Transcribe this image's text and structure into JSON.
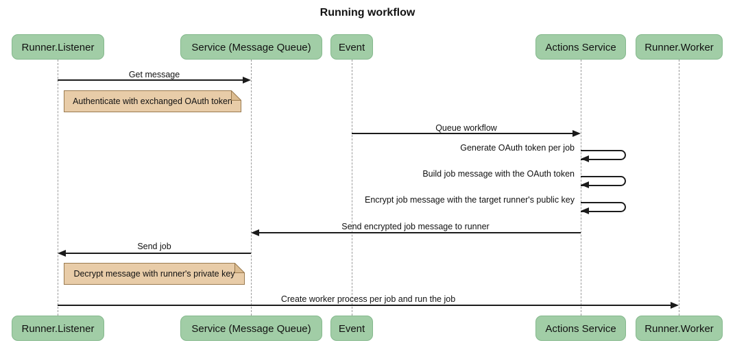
{
  "diagram_type": "sequence",
  "title": "Running workflow",
  "colors": {
    "background": "#ffffff",
    "actor-fill": "#a1cda6",
    "actor-border": "#84b88c",
    "note-fill": "#e8cca8",
    "note-fold": "#dcbc90",
    "note-border": "#99794e",
    "line": "#1b1b1b",
    "lifeline": "#999999",
    "text": "#111111"
  },
  "actors": [
    {
      "label": "Runner.Listener"
    },
    {
      "label": "Service (Message Queue)"
    },
    {
      "label": "Event"
    },
    {
      "label": "Actions Service"
    },
    {
      "label": "Runner.Worker"
    }
  ],
  "messages": [
    {
      "label": "Get message",
      "from": "Runner.Listener",
      "to": "Service (Message Queue)",
      "kind": "arrow"
    },
    {
      "label": "Queue workflow",
      "from": "Event",
      "to": "Actions Service",
      "kind": "arrow"
    },
    {
      "label": "Generate OAuth token per job",
      "from": "Actions Service",
      "to": "Actions Service",
      "kind": "self"
    },
    {
      "label": "Build job message with the OAuth token",
      "from": "Actions Service",
      "to": "Actions Service",
      "kind": "self"
    },
    {
      "label": "Encrypt job message with the target runner's public key",
      "from": "Actions Service",
      "to": "Actions Service",
      "kind": "self"
    },
    {
      "label": "Send encrypted job message to runner",
      "from": "Actions Service",
      "to": "Service (Message Queue)",
      "kind": "arrow"
    },
    {
      "label": "Send job",
      "from": "Service (Message Queue)",
      "to": "Runner.Listener",
      "kind": "arrow"
    },
    {
      "label": "Create worker process per job and run the job",
      "from": "Runner.Listener",
      "to": "Runner.Worker",
      "kind": "arrow"
    }
  ],
  "notes": [
    {
      "label": "Authenticate with exchanged OAuth token",
      "over": "Runner.Listener"
    },
    {
      "label": "Decrypt message with runner's private key",
      "over": "Runner.Listener"
    }
  ]
}
